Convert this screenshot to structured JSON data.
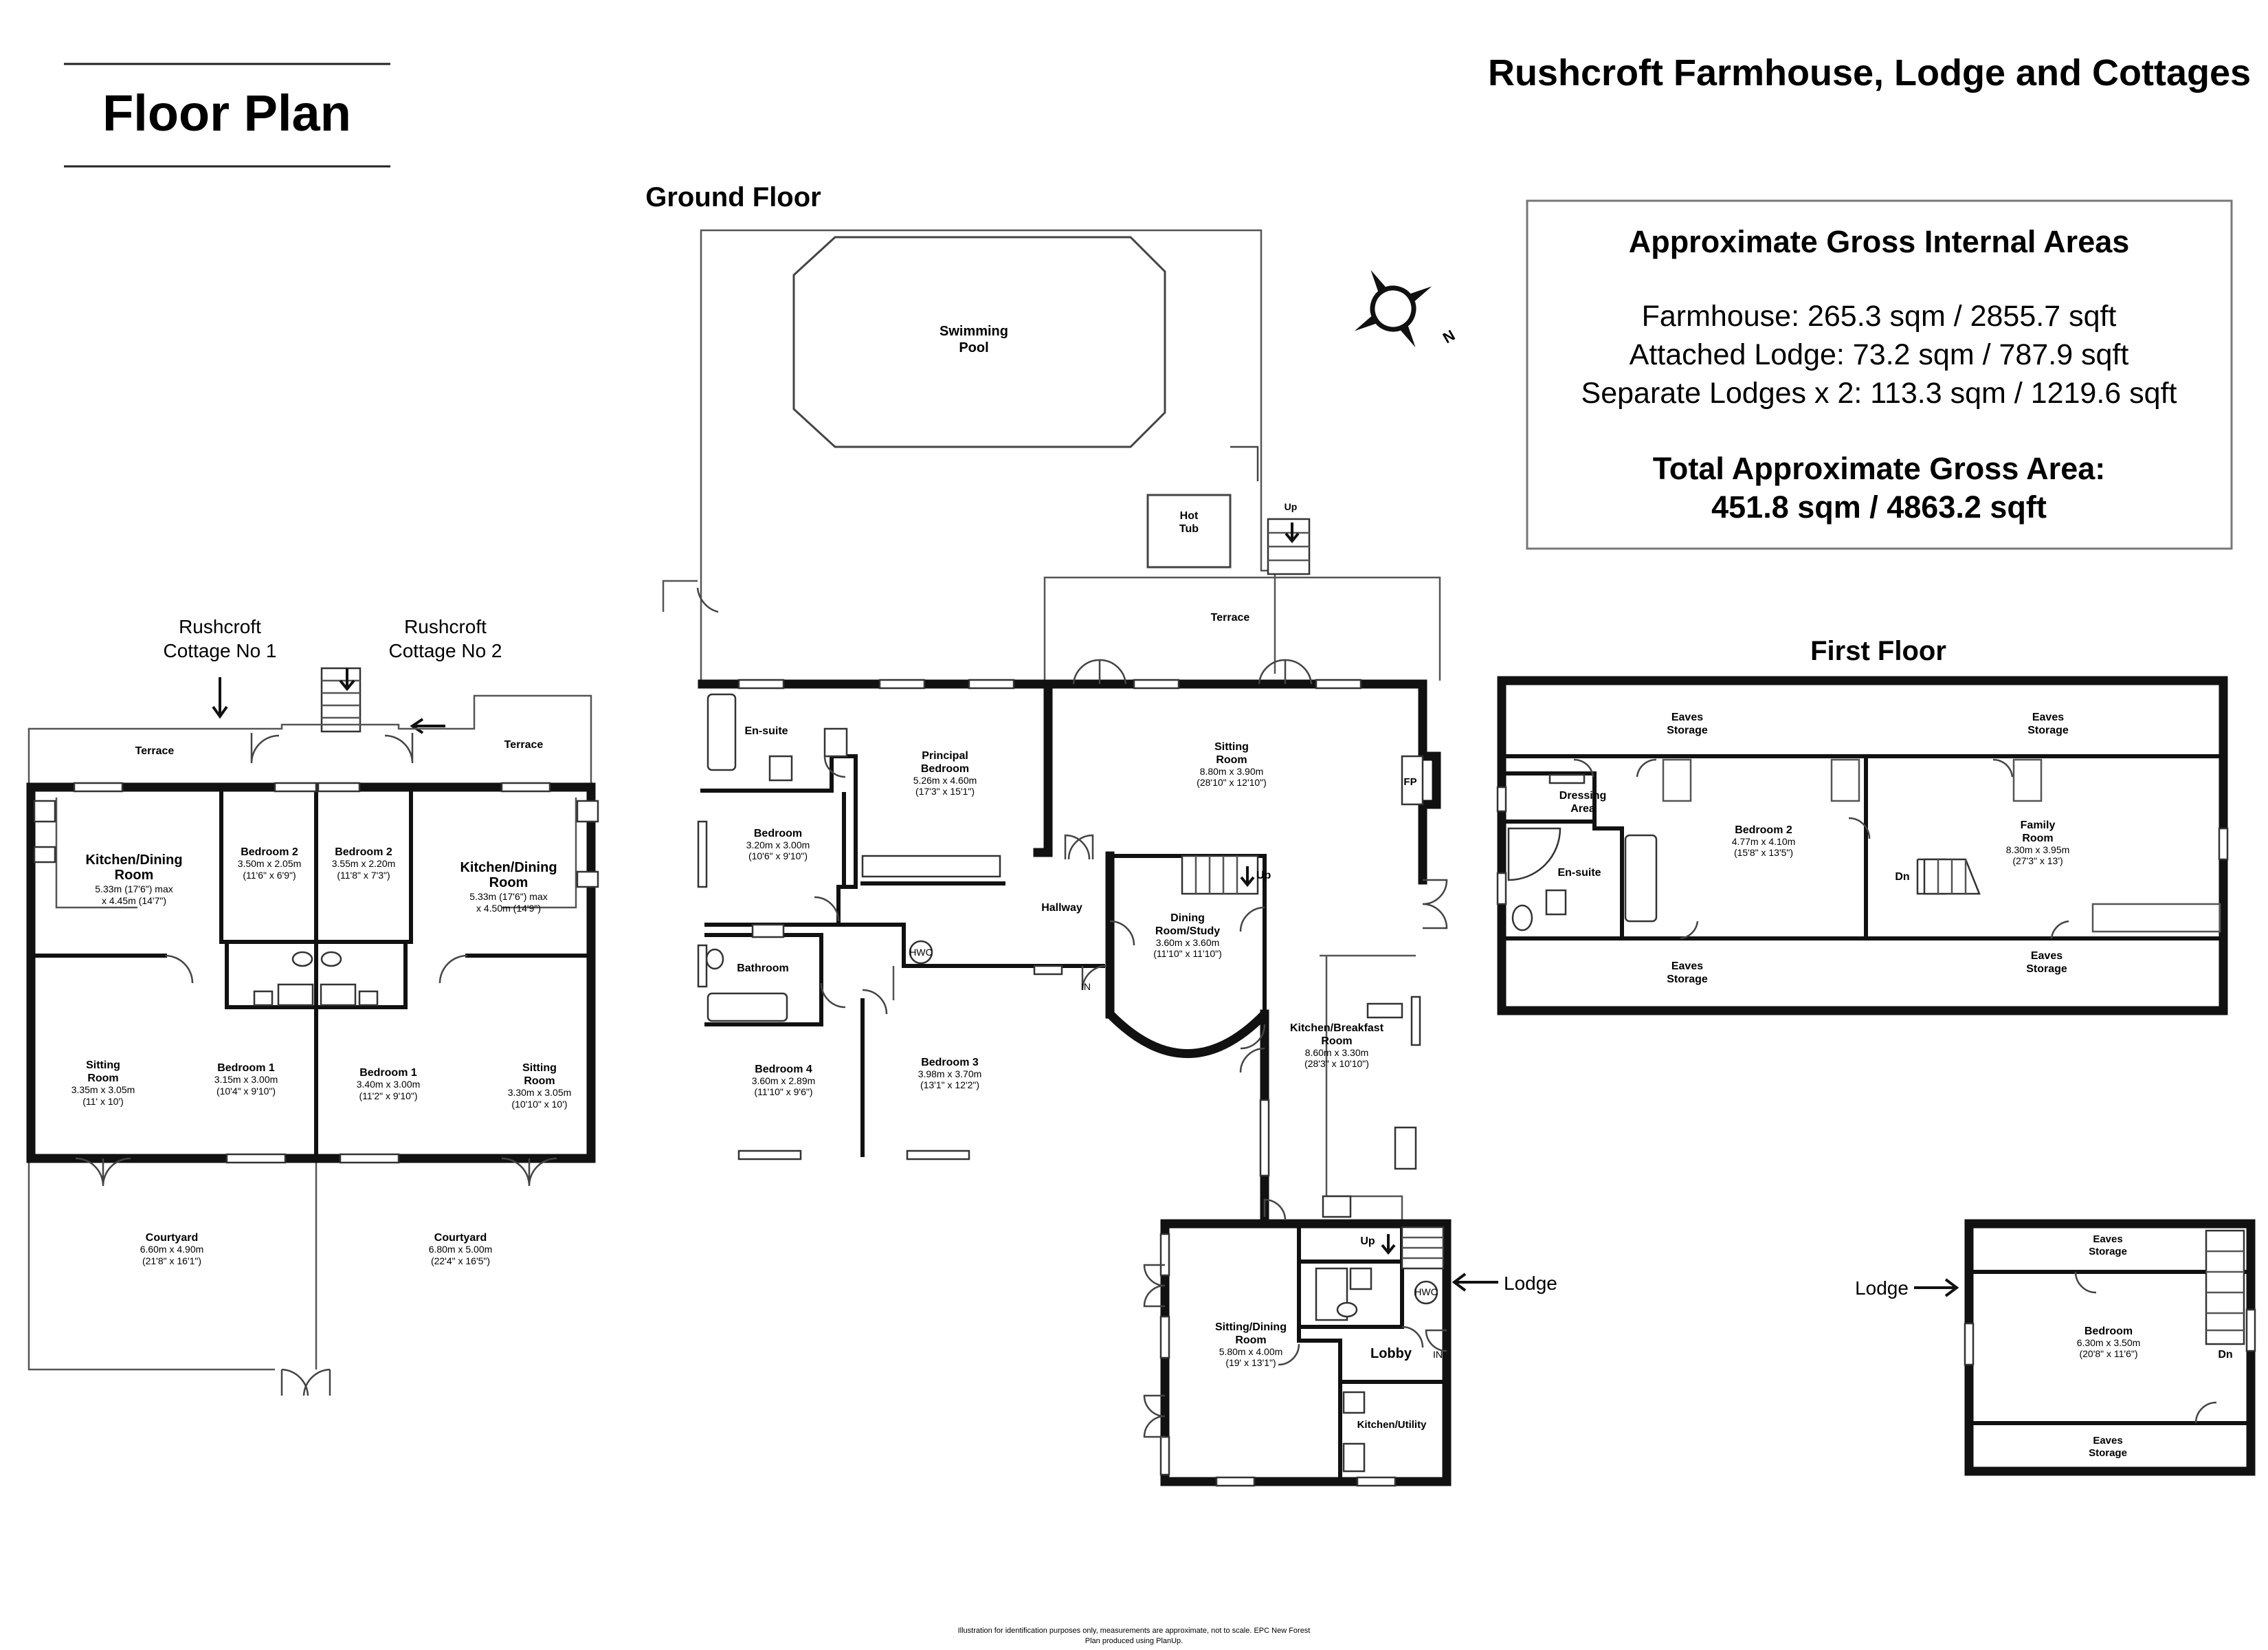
{
  "header": {
    "title": "Floor Plan",
    "property_name": "Rushcroft Farmhouse, Lodge and Cottages"
  },
  "sections": {
    "ground_floor": "Ground Floor",
    "first_floor": "First Floor"
  },
  "areas": {
    "heading": "Approximate Gross Internal Areas",
    "farmhouse": "Farmhouse: 265.3 sqm / 2855.7 sqft",
    "attached_lodge": "Attached Lodge: 73.2 sqm / 787.9 sqft",
    "separate_lodges": "Separate Lodges x 2: 113.3 sqm / 1219.6 sqft",
    "total_label": "Total Approximate Gross Area:",
    "total_value": "451.8 sqm / 4863.2 sqft"
  },
  "compass": {
    "icon": "compass-north-icon",
    "north_label": "N"
  },
  "labels": {
    "cottage1_l1": "Rushcroft",
    "cottage1_l2": "Cottage No 1",
    "cottage2_l1": "Rushcroft",
    "cottage2_l2": "Cottage No 2",
    "lodge_right": "Lodge",
    "lodge_left": "Lodge"
  },
  "cottages": {
    "terrace1": "Terrace",
    "terrace2": "Terrace",
    "kitchen1": {
      "l1": "Kitchen/Dining",
      "l2": "Room",
      "d1": "5.33m (17'6\") max",
      "d2": "x 4.45m (14'7\")"
    },
    "kitchen2": {
      "l1": "Kitchen/Dining",
      "l2": "Room",
      "d1": "5.33m (17'6\") max",
      "d2": "x 4.50m (14'9\")"
    },
    "bed2a": {
      "name": "Bedroom 2",
      "d1": "3.50m x 2.05m",
      "d2": "(11'6\" x 6'9\")"
    },
    "bed2b": {
      "name": "Bedroom 2",
      "d1": "3.55m x 2.20m",
      "d2": "(11'8\" x 7'3\")"
    },
    "sit1": {
      "name": "Sitting",
      "name2": "Room",
      "d1": "3.35m x 3.05m",
      "d2": "(11' x 10')"
    },
    "bed1a": {
      "name": "Bedroom 1",
      "d1": "3.15m x 3.00m",
      "d2": "(10'4\" x 9'10\")"
    },
    "bed1b": {
      "name": "Bedroom 1",
      "d1": "3.40m x 3.00m",
      "d2": "(11'2\" x 9'10\")"
    },
    "sit2": {
      "name": "Sitting",
      "name2": "Room",
      "d1": "3.30m x 3.05m",
      "d2": "(10'10\" x 10')"
    },
    "court1": {
      "name": "Courtyard",
      "d1": "6.60m x 4.90m",
      "d2": "(21'8\" x 16'1\")"
    },
    "court2": {
      "name": "Courtyard",
      "d1": "6.80m x 5.00m",
      "d2": "(22'4\" x 16'5\")"
    }
  },
  "ground": {
    "pool_l1": "Swimming",
    "pool_l2": "Pool",
    "hottub_l1": "Hot",
    "hottub_l2": "Tub",
    "up": "Up",
    "terrace": "Terrace",
    "ensuite": "En-suite",
    "principal": {
      "l1": "Principal",
      "l2": "Bedroom",
      "d1": "5.26m x 4.60m",
      "d2": "(17'3\" x 15'1\")"
    },
    "sitting": {
      "l1": "Sitting",
      "l2": "Room",
      "d1": "8.80m x 3.90m",
      "d2": "(28'10\" x 12'10\")"
    },
    "fp": "FP",
    "bedroom": {
      "l1": "Bedroom",
      "d1": "3.20m x 3.00m",
      "d2": "(10'6\" x 9'10\")"
    },
    "hallway": "Hallway",
    "dining": {
      "l1": "Dining",
      "l2": "Room/Study",
      "d1": "3.60m x 3.60m",
      "d2": "(11'10\" x 11'10\")"
    },
    "up2": "Up",
    "bathroom": "Bathroom",
    "hwc": "HWC",
    "in": "IN",
    "kitchen": {
      "l1": "Kitchen/Breakfast",
      "l2": "Room",
      "d1": "8.60m x 3.30m",
      "d2": "(28'3\" x 10'10\")"
    },
    "bed4": {
      "l1": "Bedroom 4",
      "d1": "3.60m x 2.89m",
      "d2": "(11'10\" x 9'6\")"
    },
    "bed3": {
      "l1": "Bedroom 3",
      "d1": "3.98m x 3.70m",
      "d2": "(13'1\" x 12'2\")"
    },
    "lodge_up": "Up",
    "lodge_hwc": "HWC",
    "sitdine": {
      "l1": "Sitting/Dining",
      "l2": "Room",
      "d1": "5.80m x 4.00m",
      "d2": "(19' x 13'1\")"
    },
    "lobby": "Lobby",
    "lodge_in": "IN",
    "utility": "Kitchen/Utility"
  },
  "first": {
    "eaves1": "Eaves",
    "eaves_s": "Storage",
    "eaves2": "Eaves",
    "dressing_l1": "Dressing",
    "dressing_l2": "Area",
    "ensuite": "En-suite",
    "bed2": {
      "l1": "Bedroom 2",
      "d1": "4.77m x 4.10m",
      "d2": "(15'8\" x 13'5\")"
    },
    "family": {
      "l1": "Family",
      "l2": "Room",
      "d1": "8.30m x 3.95m",
      "d2": "(27'3\" x 13')"
    },
    "dn": "Dn",
    "eaves3": "Eaves",
    "eaves4": "Eaves"
  },
  "lodge_upper": {
    "eaves_top": "Eaves",
    "storage": "Storage",
    "bedroom": {
      "l1": "Bedroom",
      "d1": "6.30m x 3.50m",
      "d2": "(20'8\" x 11'6\")"
    },
    "dn": "Dn",
    "eaves_bottom": "Eaves"
  },
  "footer": {
    "line1": "Illustration for identification purposes only, measurements are approximate, not to scale. EPC New Forest",
    "line2": "Plan produced using PlanUp."
  }
}
